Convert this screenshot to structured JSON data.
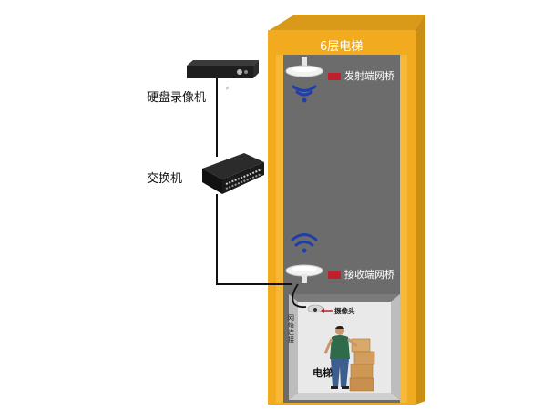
{
  "shaft": {
    "title": "6层电梯"
  },
  "devices": {
    "nvr_label": "硬盘录像机",
    "switch_label": "交换机"
  },
  "access_points": {
    "transmit_label": "发射端网桥",
    "receive_label": "接收端网桥"
  },
  "car": {
    "camera_label": "摄像头",
    "cable_label": "网络连接",
    "car_label": "电梯"
  },
  "colors": {
    "frame": "#f2aa1e",
    "frame_shadow": "#c9870e",
    "shaft_interior": "#6b6b6b",
    "car_box": "#e8e8e8",
    "wifi": "#1e3ea8",
    "accent_tag": "#c0202a",
    "cable": "#111111"
  }
}
